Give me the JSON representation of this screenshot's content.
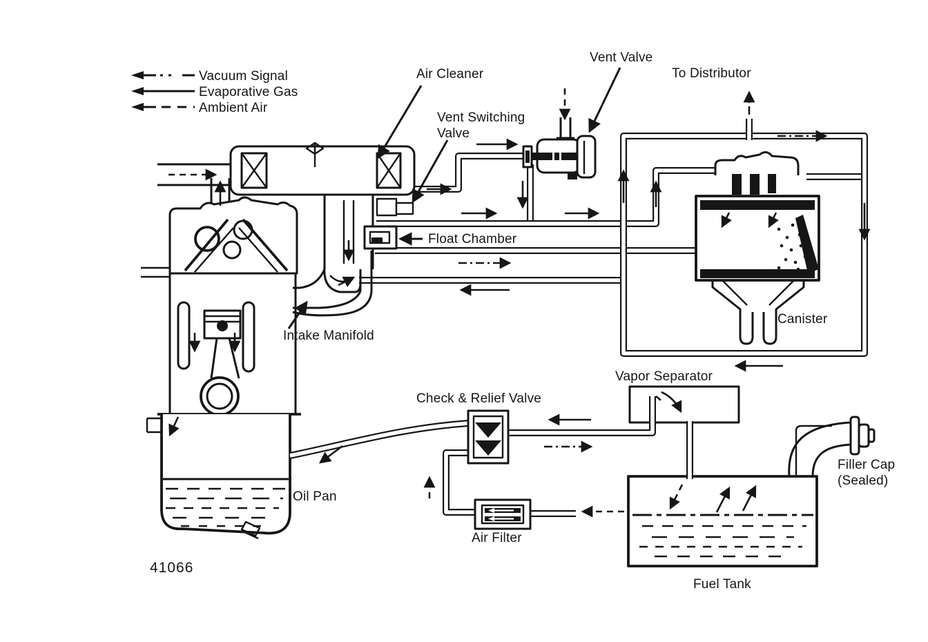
{
  "figure": {
    "number": "41066",
    "ink": "#161616",
    "paper": "#ffffff"
  },
  "legend": {
    "items": [
      {
        "label": "Vacuum Signal",
        "line_style": "dash-dot"
      },
      {
        "label": "Evaporative Gas",
        "line_style": "solid"
      },
      {
        "label": "Ambient Air",
        "line_style": "dashed"
      }
    ]
  },
  "labels": {
    "air_cleaner": "Air Cleaner",
    "vent_valve": "Vent Valve",
    "to_distributor": "To Distributor",
    "vent_switching_1": "Vent Switching",
    "vent_switching_2": "Valve",
    "float_chamber": "Float Chamber",
    "intake_manifold": "Intake Manifold",
    "canister": "Canister",
    "vapor_separator": "Vapor Separator",
    "check_relief_valve": "Check & Relief Valve",
    "oil_pan": "Oil Pan",
    "air_filter": "Air Filter",
    "filler_cap_1": "Filler Cap",
    "filler_cap_2": "(Sealed)",
    "fuel_tank": "Fuel Tank"
  }
}
